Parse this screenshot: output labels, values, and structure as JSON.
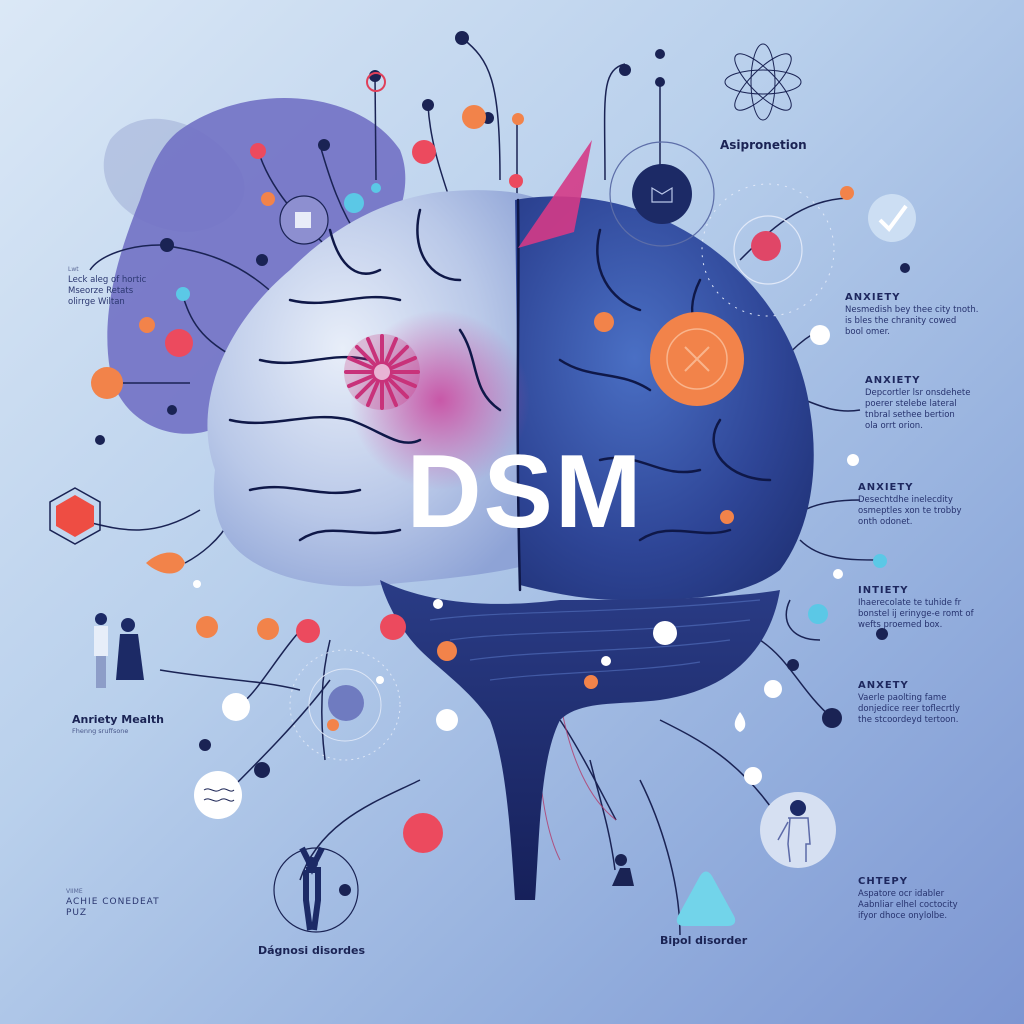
{
  "title": "DSM",
  "top_label": "Asipronetion",
  "left_note": {
    "kicker": "Lwt",
    "lines": [
      "Leck aleg of hortic",
      "Mseorze Retats",
      "olirrge Wiltan"
    ]
  },
  "left_figure_label": {
    "title": "Anriety Mealth",
    "subtitle": "Fhenng sruffsone"
  },
  "bottom_left_note": {
    "kicker": "VIIME",
    "lines": [
      "ACHIE CONEDEAT",
      "PUZ"
    ]
  },
  "bottom_labels": {
    "diagnosis": "Dágnosi disordes",
    "bipolar": "Bipol disorder"
  },
  "right_blocks": [
    {
      "heading": "ANXIETY",
      "lines": [
        "Nesmedish bey thee city tnoth.",
        "is bles the chranity cowed",
        "bool omer."
      ]
    },
    {
      "heading": "ANXIETY",
      "lines": [
        "Depcortler lsr onsdehete",
        "poerer stelebe lateral",
        "tnbral sethee bertion",
        "ola orrt orion."
      ]
    },
    {
      "heading": "ANXIETY",
      "lines": [
        "Desechtdhe inelecdity",
        "osmeptles xon te trobby",
        "onth odonet."
      ]
    },
    {
      "heading": "INTIETY",
      "lines": [
        "Ihaerecolate te tuhide fr",
        "bonstel ij erinyge-e romt of",
        "wefts proemed box."
      ]
    },
    {
      "heading": "ANXETY",
      "lines": [
        "Vaerle paolting fame",
        "donjedice reer toflecrtly",
        "the stcoordeyd tertoon."
      ]
    },
    {
      "heading": "CHTEPY",
      "lines": [
        "Aspatore ocr idabler",
        "Aabnliar elhel coctocity",
        "ifyor dhoce onylolbe."
      ]
    }
  ],
  "icons": {
    "gear": "gear-icon",
    "flower": "flower-icon",
    "checkmark": "checkmark-icon",
    "person": "person-icon",
    "couple": "couple-icon",
    "figure_circle": "vitruvian-figure-icon",
    "triangle": "meditation-triangle-icon",
    "seal": "orange-seal-icon",
    "hexagon": "hexagon-virus-icon"
  },
  "colors": {
    "navy": "#1a2354",
    "orange": "#f2834a",
    "coral": "#ec4a5e",
    "cyan": "#5bc8e6",
    "magenta": "#c8327a",
    "purple_blob": "#7272c4",
    "brain_light": "#cfd9ee",
    "brain_dark": "#2d3f8c"
  }
}
